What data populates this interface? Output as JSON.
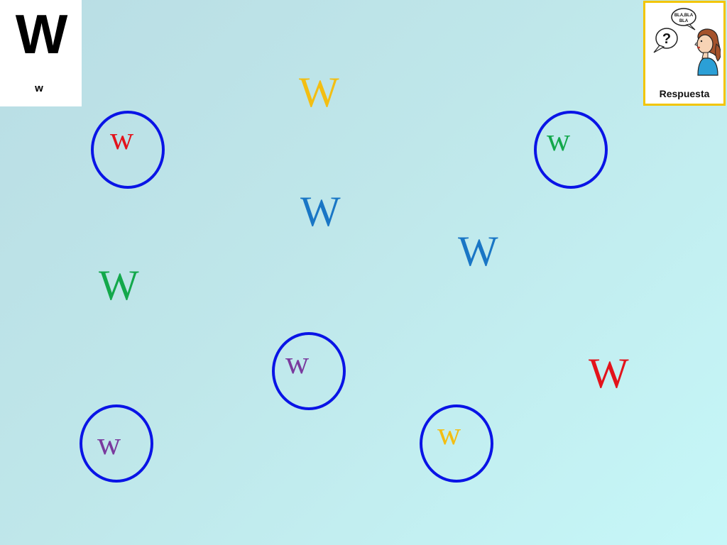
{
  "card": {
    "big_letter": "W",
    "small_letter": "w"
  },
  "answer_button": {
    "label": "Respuesta",
    "speech_text": "BLA,BLA BLA",
    "question_mark": "?"
  },
  "colors": {
    "red": "#e3131b",
    "green": "#13a84b",
    "blue": "#1976c5",
    "yellow": "#f3be12",
    "purple": "#7a3a9e",
    "ring": "#0a14e6"
  },
  "letters": [
    {
      "char": "W",
      "color": "#f3be12",
      "circled": false
    },
    {
      "char": "w",
      "color": "#e3131b",
      "circled": true
    },
    {
      "char": "w",
      "color": "#13a84b",
      "circled": true
    },
    {
      "char": "W",
      "color": "#1976c5",
      "circled": false
    },
    {
      "char": "W",
      "color": "#1976c5",
      "circled": false
    },
    {
      "char": "W",
      "color": "#13a84b",
      "circled": false
    },
    {
      "char": "w",
      "color": "#7a3a9e",
      "circled": true
    },
    {
      "char": "W",
      "color": "#e3131b",
      "circled": false
    },
    {
      "char": "w",
      "color": "#7a3a9e",
      "circled": true
    },
    {
      "char": "w",
      "color": "#f3be12",
      "circled": true
    }
  ]
}
